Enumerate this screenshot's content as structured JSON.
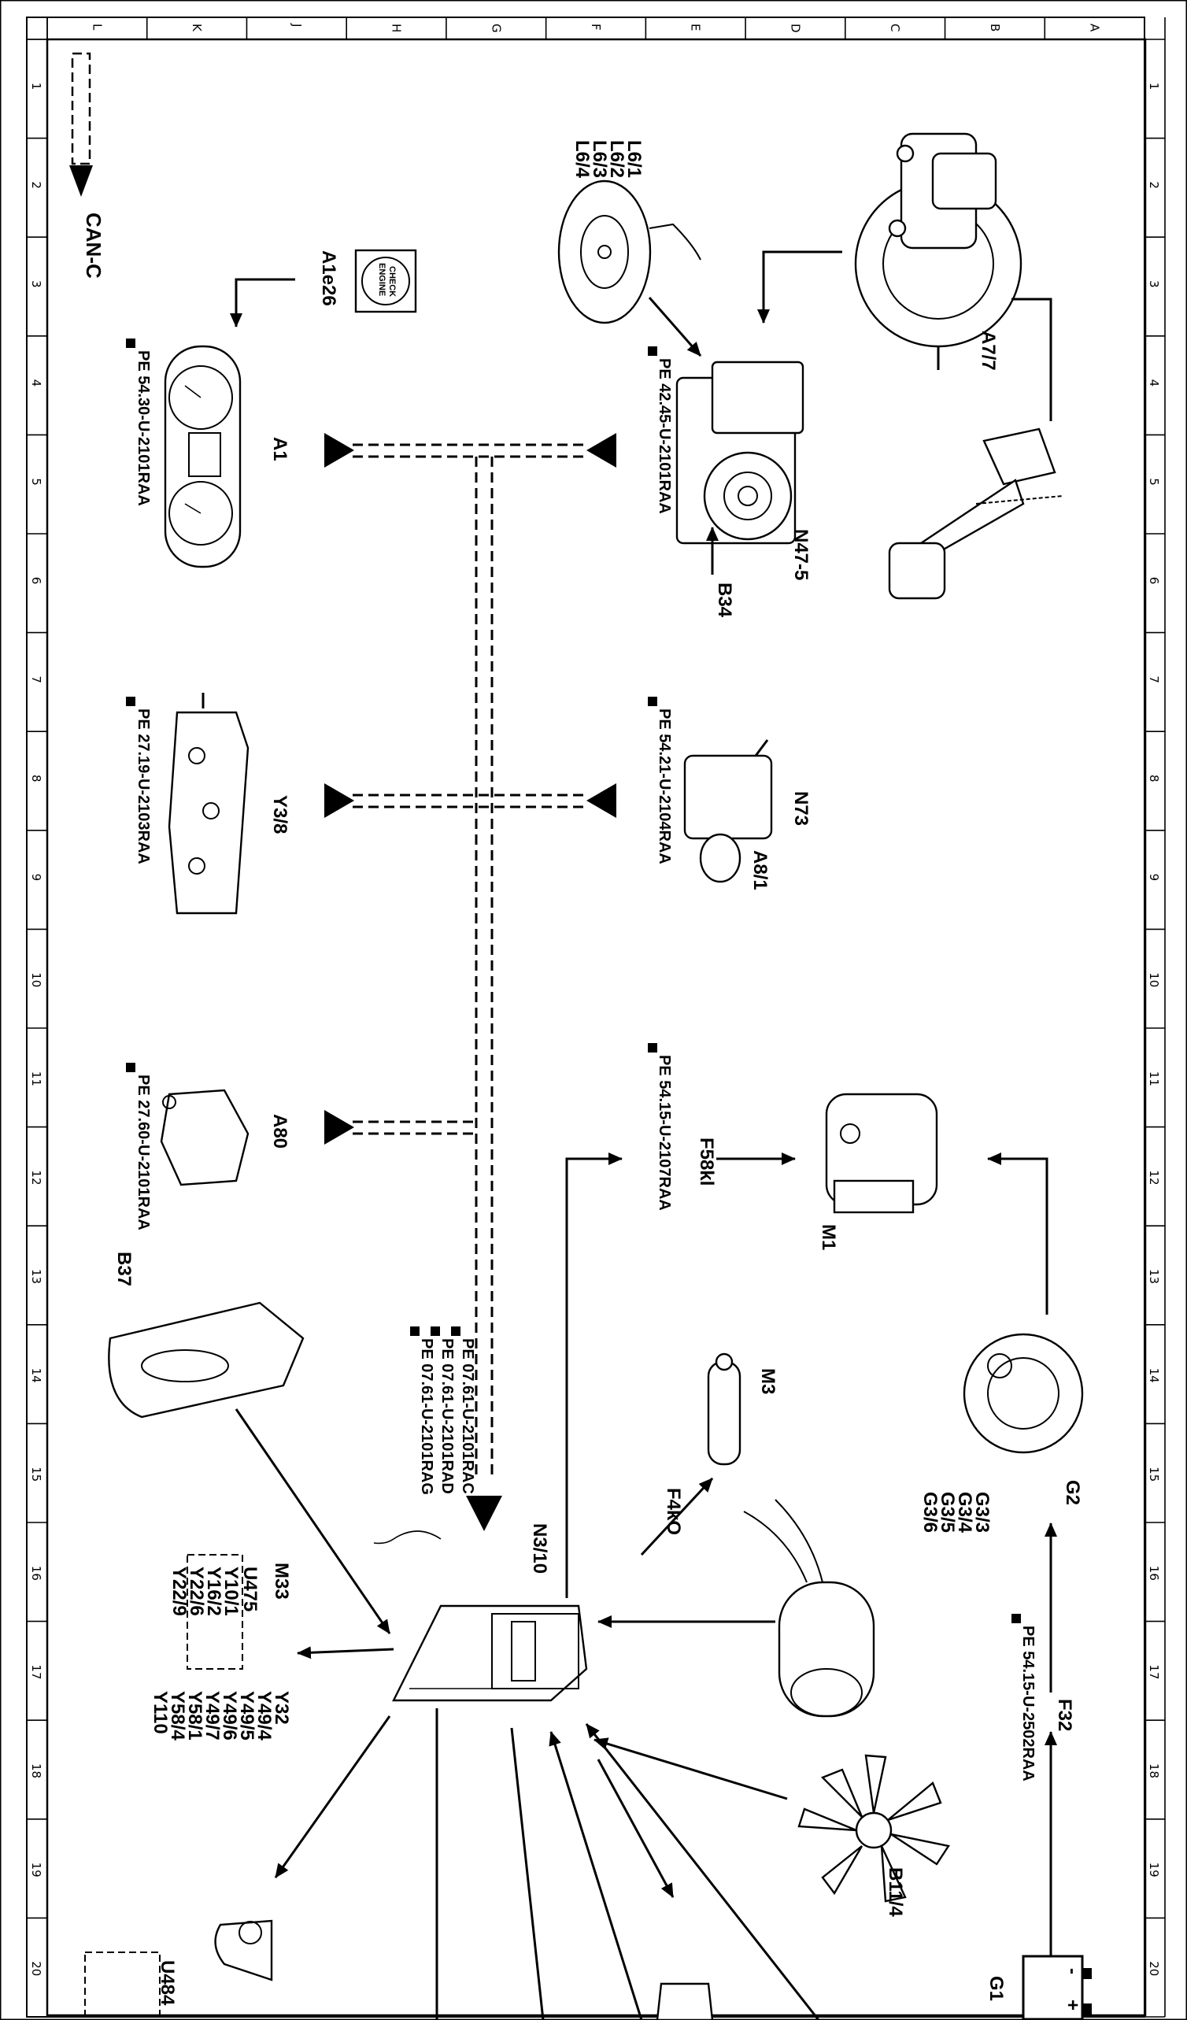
{
  "frame": {
    "rows": [
      "A",
      "B",
      "C",
      "D",
      "E",
      "F",
      "G",
      "H",
      "J",
      "K",
      "L"
    ],
    "columns": [
      "1",
      "2",
      "3",
      "4",
      "5",
      "6",
      "7",
      "8",
      "9",
      "10",
      "11",
      "12",
      "13",
      "14",
      "15",
      "16",
      "17",
      "18",
      "19",
      "20"
    ]
  },
  "bus": {
    "label": "CAN-C"
  },
  "components": {
    "a7_7": "A7/7",
    "n47_5": "N47-5",
    "b34": "B34",
    "l6": [
      "L6/1",
      "L6/2",
      "L6/3",
      "L6/4"
    ],
    "a1e26": "A1e26",
    "check_engine": [
      "CHECK",
      "ENGINE"
    ],
    "a1": "A1",
    "n3": "N73",
    "a8_1": "A8/1",
    "y3_8": "Y3/8",
    "a80": "A80",
    "m1": "M1",
    "f58kl": "F58kl",
    "g2": "G2",
    "m3": "M3",
    "f4ko": "F4kO",
    "b37": "B37",
    "n3_10": "N3/10",
    "g3": [
      "G3/3",
      "G3/4",
      "G3/5",
      "G3/6"
    ],
    "f32": "F32",
    "b11_4": "B11/4",
    "g1": "G1",
    "g1_minus": "-",
    "g1_plus": "+",
    "m33": "M33",
    "u475": "U475",
    "out_left": [
      "Y10/1",
      "Y16/2",
      "Y22/6",
      "Y22/9"
    ],
    "out_right": [
      "Y32",
      "Y49/4",
      "Y49/5",
      "Y49/6",
      "Y49/7",
      "Y58/1",
      "Y58/4",
      "Y110"
    ],
    "u484": "U484"
  },
  "refs": {
    "n47_5": "PE 42.45-U-2101RAA",
    "a1": "PE 54.30-U-2101RAA",
    "n73": "PE 54.21-U-2104RAA",
    "y3_8": "PE 27.19-U-2103RAA",
    "m1": "PE 54.15-U-2107RAA",
    "a80": "PE 27.60-U-2101RAA",
    "n3_10": [
      "PE 07.61-U-2101RAC",
      "PE 07.61-U-2101RAD",
      "PE 07.61-U-2101RAG"
    ],
    "f32": "PE 54.15-U-2502RAA"
  }
}
